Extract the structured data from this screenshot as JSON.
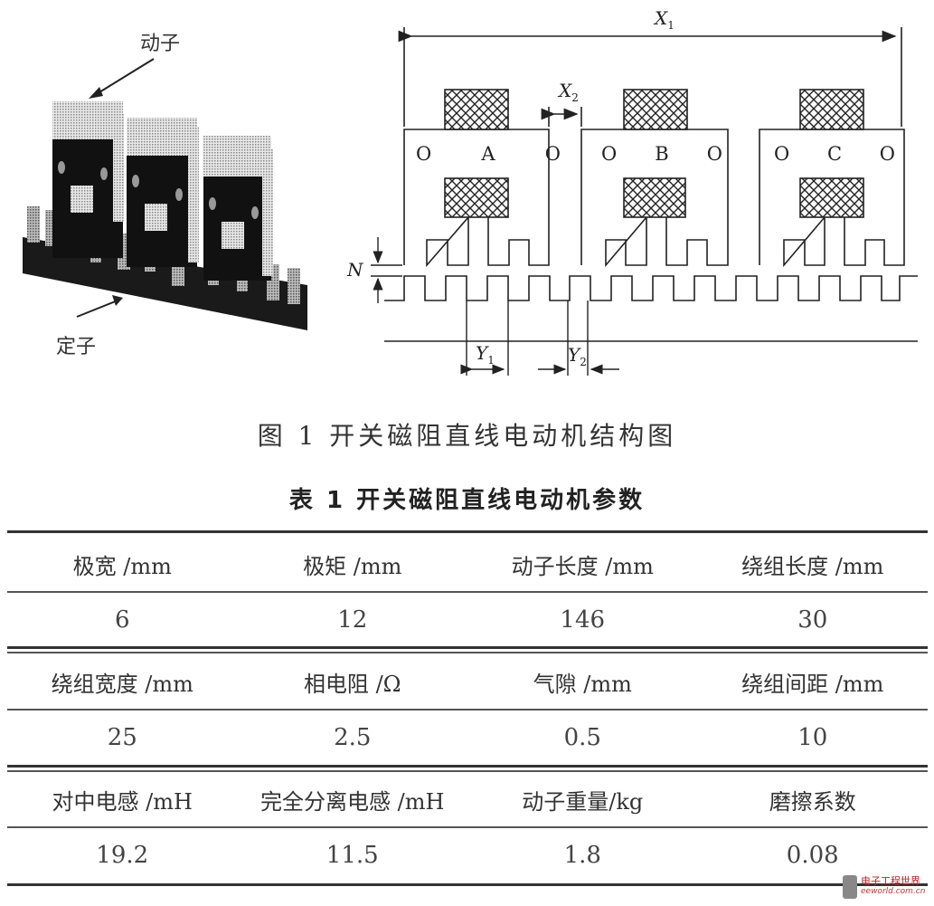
{
  "figure": {
    "label_mover": "动子",
    "label_stator": "定子",
    "caption": "图 1   开关磁阻直线电动机结构图",
    "diagram": {
      "dim_x1": "X",
      "dim_x1_sub": "1",
      "dim_x2": "X",
      "dim_x2_sub": "2",
      "dim_y1": "Y",
      "dim_y1_sub": "1",
      "dim_y2": "Y",
      "dim_y2_sub": "2",
      "dim_n": "N",
      "phases": [
        {
          "left": "O",
          "mid": "A",
          "right": "O"
        },
        {
          "left": "O",
          "mid": "B",
          "right": "O"
        },
        {
          "left": "O",
          "mid": "C",
          "right": "O"
        }
      ]
    }
  },
  "table": {
    "caption": "表 1   开关磁阻直线电动机参数",
    "rows": [
      {
        "headers": [
          "极宽 /mm",
          "极矩 /mm",
          "动子长度 /mm",
          "绕组长度 /mm"
        ],
        "values": [
          "6",
          "12",
          "146",
          "30"
        ]
      },
      {
        "headers": [
          "绕组宽度 /mm",
          "相电阻 /Ω",
          "气隙 /mm",
          "绕组间距 /mm"
        ],
        "values": [
          "25",
          "2.5",
          "0.5",
          "10"
        ]
      },
      {
        "headers": [
          "对中电感 /mH",
          "完全分离电感 /mH",
          "动子重量/kg",
          "磨擦系数"
        ],
        "values": [
          "19.2",
          "11.5",
          "1.8",
          "0.08"
        ]
      }
    ]
  },
  "watermark": {
    "name": "电子工程世界",
    "url": "eeworld.com.cn"
  }
}
